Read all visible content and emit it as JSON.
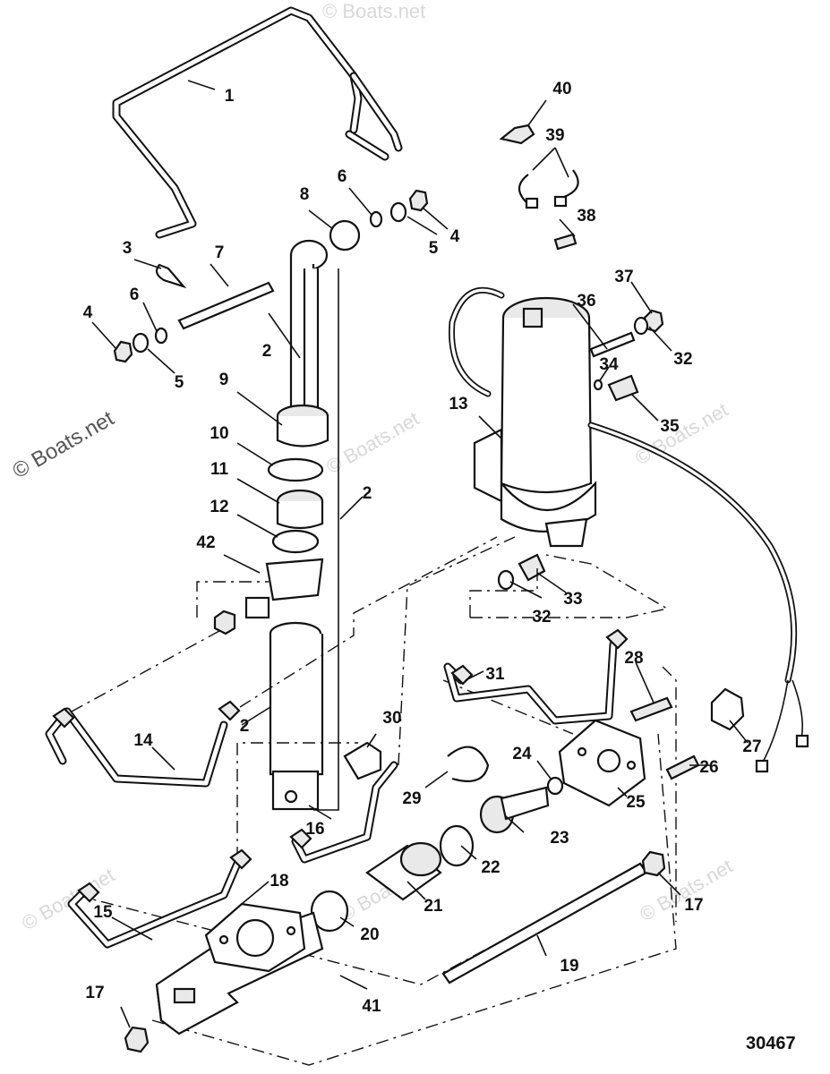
{
  "watermarks": [
    {
      "id": "wm-main",
      "text": "© Boats.net"
    },
    {
      "id": "wm-mid",
      "text": "© Boats.net"
    },
    {
      "id": "wm-right",
      "text": "© Boats.net"
    },
    {
      "id": "wm-left-low",
      "text": "© Boats.net"
    },
    {
      "id": "wm-center-low",
      "text": "© Boats.net"
    },
    {
      "id": "wm-right-low",
      "text": "© Boats.net"
    }
  ],
  "catalog_number": "30467",
  "callouts": {
    "c1": "1",
    "c2a": "2",
    "c2b": "2",
    "c2c": "2",
    "c3": "3",
    "c4a": "4",
    "c4b": "4",
    "c5a": "5",
    "c5b": "5",
    "c6a": "6",
    "c6b": "6",
    "c7": "7",
    "c8": "8",
    "c9": "9",
    "c10": "10",
    "c11": "11",
    "c12": "12",
    "c13": "13",
    "c14": "14",
    "c15": "15",
    "c16": "16",
    "c17a": "17",
    "c17b": "17",
    "c18": "18",
    "c19": "19",
    "c20": "20",
    "c21": "21",
    "c22": "22",
    "c23": "23",
    "c24": "24",
    "c25": "25",
    "c26": "26",
    "c27": "27",
    "c28": "28",
    "c29": "29",
    "c30": "30",
    "c31": "31",
    "c32a": "32",
    "c32b": "32",
    "c33": "33",
    "c34": "34",
    "c35": "35",
    "c36": "36",
    "c37": "37",
    "c38": "38",
    "c39": "39",
    "c40": "40",
    "c41": "41",
    "c42": "42"
  }
}
